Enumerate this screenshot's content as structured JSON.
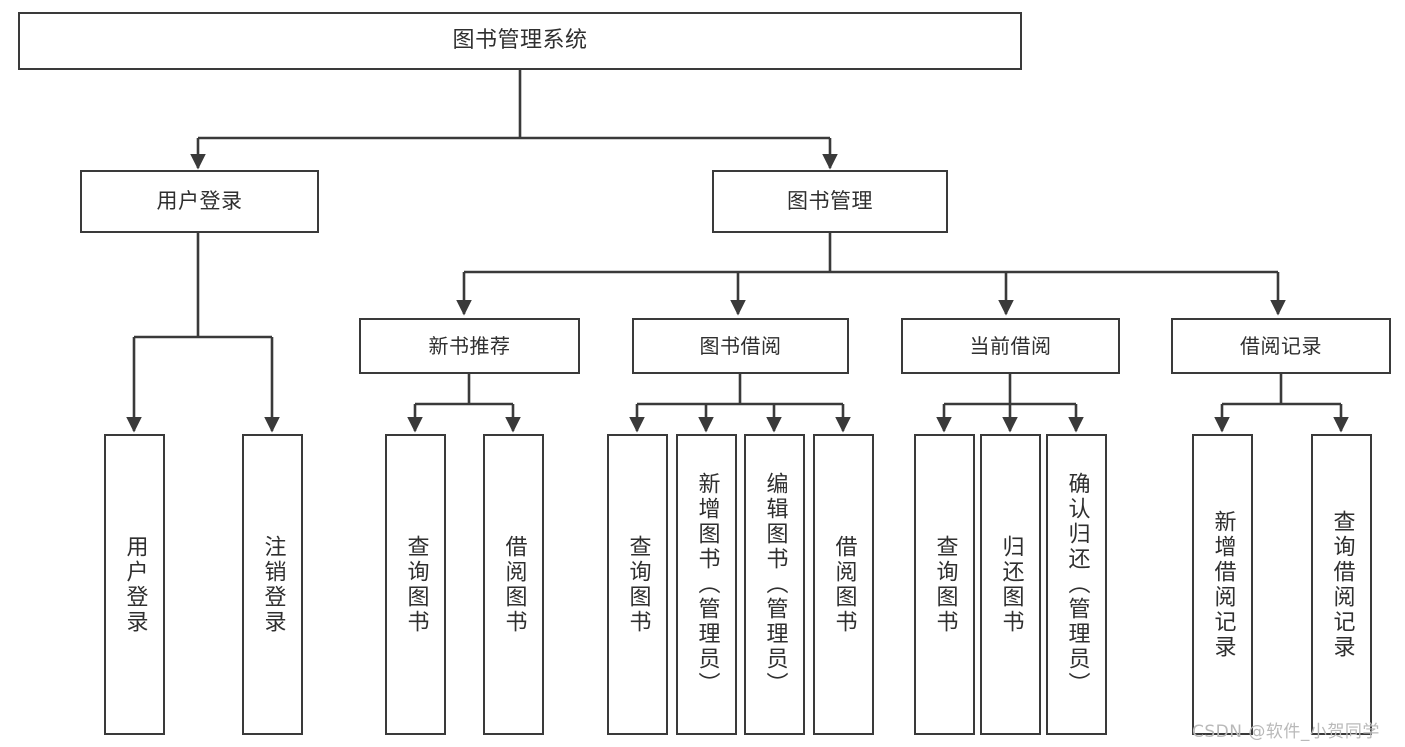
{
  "diagram": {
    "type": "tree",
    "title": "图书管理系统",
    "orientation": "top-down",
    "stroke_color": "#3a3a3a",
    "text_color": "#2f2f2f",
    "background_color": "#ffffff",
    "arrowheads": true
  },
  "nodes": {
    "root": {
      "label": "图书管理系统",
      "level": 1
    },
    "user_login": {
      "label": "用户登录",
      "level": 2
    },
    "book_manage": {
      "label": "图书管理",
      "level": 2
    },
    "new_book_rec": {
      "label": "新书推荐",
      "level": 3
    },
    "book_borrow": {
      "label": "图书借阅",
      "level": 3
    },
    "current_borrow": {
      "label": "当前借阅",
      "level": 3
    },
    "borrow_record": {
      "label": "借阅记录",
      "level": 3
    },
    "leaf_user_login": {
      "label": "用户登录",
      "level": 4
    },
    "leaf_logout": {
      "label": "注销登录",
      "level": 4
    },
    "leaf_query_book_1": {
      "label": "查询图书",
      "level": 4
    },
    "leaf_borrow_book_1": {
      "label": "借阅图书",
      "level": 4
    },
    "leaf_query_book_2": {
      "label": "查询图书",
      "level": 4
    },
    "leaf_add_book": {
      "label": "新增图书（管理员）",
      "level": 4
    },
    "leaf_edit_book": {
      "label": "编辑图书（管理员）",
      "level": 4
    },
    "leaf_borrow_book_2": {
      "label": "借阅图书",
      "level": 4
    },
    "leaf_query_book_3": {
      "label": "查询图书",
      "level": 4
    },
    "leaf_return_book": {
      "label": "归还图书",
      "level": 4
    },
    "leaf_confirm_return": {
      "label": "确认归还（管理员）",
      "level": 4
    },
    "leaf_add_record": {
      "label": "新增借阅记录",
      "level": 4
    },
    "leaf_query_record": {
      "label": "查询借阅记录",
      "level": 4
    }
  },
  "edges": [
    {
      "from": "root",
      "to": "user_login"
    },
    {
      "from": "root",
      "to": "book_manage"
    },
    {
      "from": "book_manage",
      "to": "new_book_rec"
    },
    {
      "from": "book_manage",
      "to": "book_borrow"
    },
    {
      "from": "book_manage",
      "to": "current_borrow"
    },
    {
      "from": "book_manage",
      "to": "borrow_record"
    },
    {
      "from": "user_login",
      "to": "leaf_user_login"
    },
    {
      "from": "user_login",
      "to": "leaf_logout"
    },
    {
      "from": "new_book_rec",
      "to": "leaf_query_book_1"
    },
    {
      "from": "new_book_rec",
      "to": "leaf_borrow_book_1"
    },
    {
      "from": "book_borrow",
      "to": "leaf_query_book_2"
    },
    {
      "from": "book_borrow",
      "to": "leaf_add_book"
    },
    {
      "from": "book_borrow",
      "to": "leaf_edit_book"
    },
    {
      "from": "book_borrow",
      "to": "leaf_borrow_book_2"
    },
    {
      "from": "current_borrow",
      "to": "leaf_query_book_3"
    },
    {
      "from": "current_borrow",
      "to": "leaf_return_book"
    },
    {
      "from": "current_borrow",
      "to": "leaf_confirm_return"
    },
    {
      "from": "borrow_record",
      "to": "leaf_add_record"
    },
    {
      "from": "borrow_record",
      "to": "leaf_query_record"
    }
  ],
  "watermark": {
    "text": "CSDN @软件_小贺同学"
  }
}
